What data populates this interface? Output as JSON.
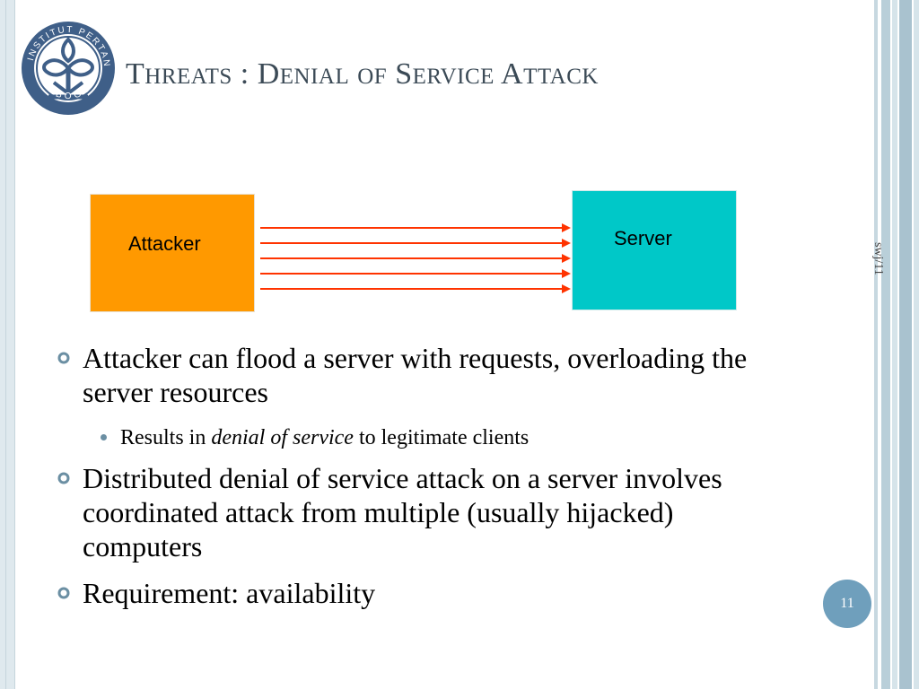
{
  "slide": {
    "title_parts": [
      {
        "text": "T",
        "cls": "cap"
      },
      {
        "text": "hreats",
        "cls": "sc"
      },
      {
        "text": " : ",
        "cls": "cap"
      },
      {
        "text": "D",
        "cls": "cap"
      },
      {
        "text": "enial",
        "cls": "sc"
      },
      {
        "text": " ",
        "cls": "cap"
      },
      {
        "text": "of",
        "cls": "sc"
      },
      {
        "text": " ",
        "cls": "cap"
      },
      {
        "text": "S",
        "cls": "cap"
      },
      {
        "text": "ervice",
        "cls": "sc"
      },
      {
        "text": " ",
        "cls": "cap"
      },
      {
        "text": "A",
        "cls": "cap"
      },
      {
        "text": "ttack",
        "cls": "sc"
      }
    ],
    "side_label": "swj/11",
    "page_number": "11",
    "logo_text": "INSTITUT PERTANIAN BOGOR"
  },
  "diagram": {
    "attacker_label": "Attacker",
    "server_label": "Server",
    "arrow_count": 5,
    "colors": {
      "attacker": "#ff9900",
      "server": "#00c8c8",
      "arrow": "#ff3300"
    }
  },
  "bullets": [
    {
      "text": "Attacker can flood a server with requests, overloading the server resources"
    },
    {
      "sub": true,
      "parts": [
        {
          "text": "Results in ",
          "italic": false
        },
        {
          "text": "denial of service",
          "italic": true
        },
        {
          "text": " to legitimate clients",
          "italic": false
        }
      ]
    },
    {
      "text": "Distributed denial of service attack on a server involves coordinated attack from multiple (usually hijacked) computers"
    },
    {
      "text": "Requirement:  availability"
    }
  ],
  "theme": {
    "title_color": "#3b4a56",
    "bullet_color": "#6b8fa3",
    "page_badge": "#6f9fbc"
  }
}
